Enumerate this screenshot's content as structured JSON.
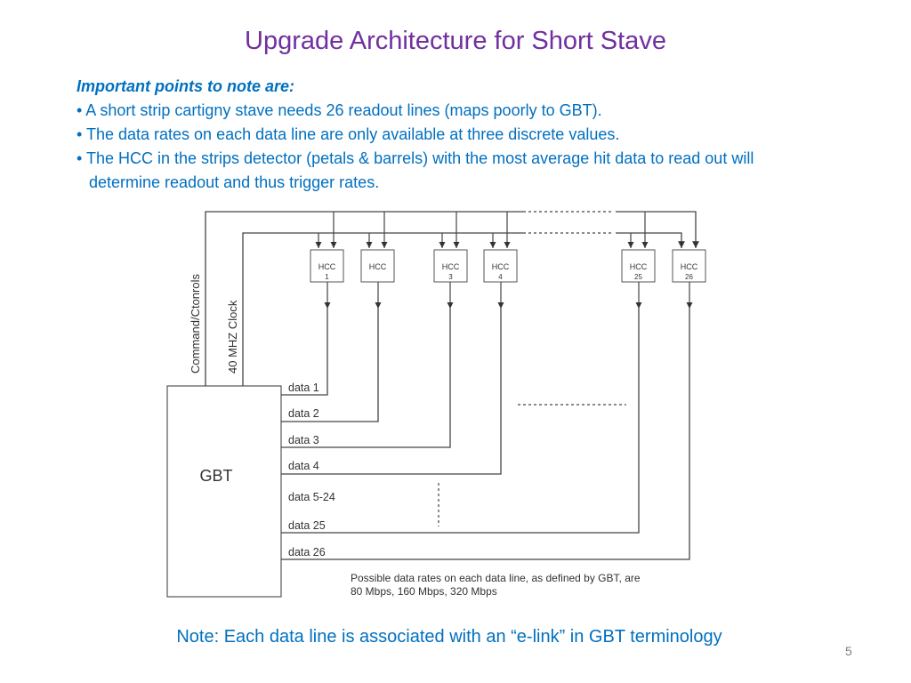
{
  "slide": {
    "title": "Upgrade Architecture for Short Stave",
    "page_number": "5",
    "footnote": "Note: Each data line is associated with an “e-link” in GBT terminology"
  },
  "notes": {
    "heading": "Important points to note are:",
    "bullets": [
      "• A short strip cartigny stave needs 26 readout lines (maps poorly to GBT).",
      "• The data rates on each data line are only available at three discrete values.",
      "• The HCC in the strips detector (petals & barrels) with the most average hit data to read out will determine readout and thus trigger rates."
    ]
  },
  "diagram": {
    "gbt_label": "GBT",
    "command_label": "Command/Ctonrols",
    "clock_label": "40 MHZ Clock",
    "hcc_chips": [
      {
        "name": "HCC",
        "number": "1"
      },
      {
        "name": "HCC",
        "number": ""
      },
      {
        "name": "HCC",
        "number": "3"
      },
      {
        "name": "HCC",
        "number": "4"
      },
      {
        "name": "HCC",
        "number": "25"
      },
      {
        "name": "HCC",
        "number": "26"
      }
    ],
    "data_lines": [
      "data 1",
      "data 2",
      "data 3",
      "data 4",
      "data 5-24",
      "data 25",
      "data 26"
    ],
    "rates_note_line1": "Possible data rates on each data line, as defined by GBT, are",
    "rates_note_line2": "80 Mbps, 160 Mbps, 320 Mbps"
  }
}
